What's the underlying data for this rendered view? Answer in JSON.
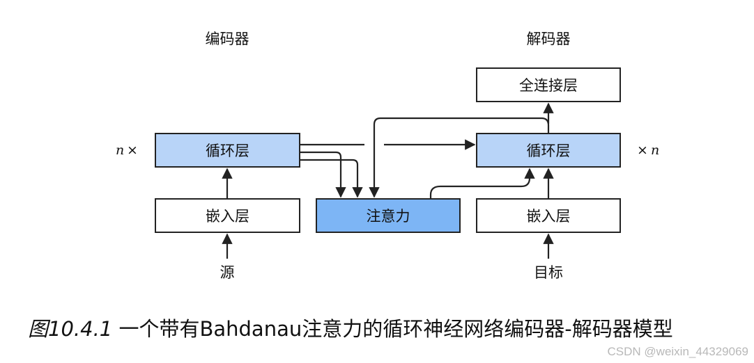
{
  "encoder": {
    "header": "编码器",
    "repeat_label": "n",
    "times_sign": "×",
    "recurrent_layer": "循环层",
    "embedding_layer": "嵌入层",
    "input": "源"
  },
  "attention": {
    "label": "注意力"
  },
  "decoder": {
    "header": "解码器",
    "repeat_label": "n",
    "times_sign": "×",
    "dense_layer": "全连接层",
    "recurrent_layer": "循环层",
    "embedding_layer": "嵌入层",
    "input": "目标"
  },
  "caption": {
    "figure_number": "图10.4.1",
    "text": "一个带有Bahdanau注意力的循环神经网络编码器-解码器模型"
  },
  "watermark": "CSDN @weixin_44329069",
  "colors": {
    "recurrent_fill": "#b8d4f8",
    "attention_fill": "#7db5f5",
    "plain_fill": "#ffffff",
    "stroke": "#222222"
  }
}
